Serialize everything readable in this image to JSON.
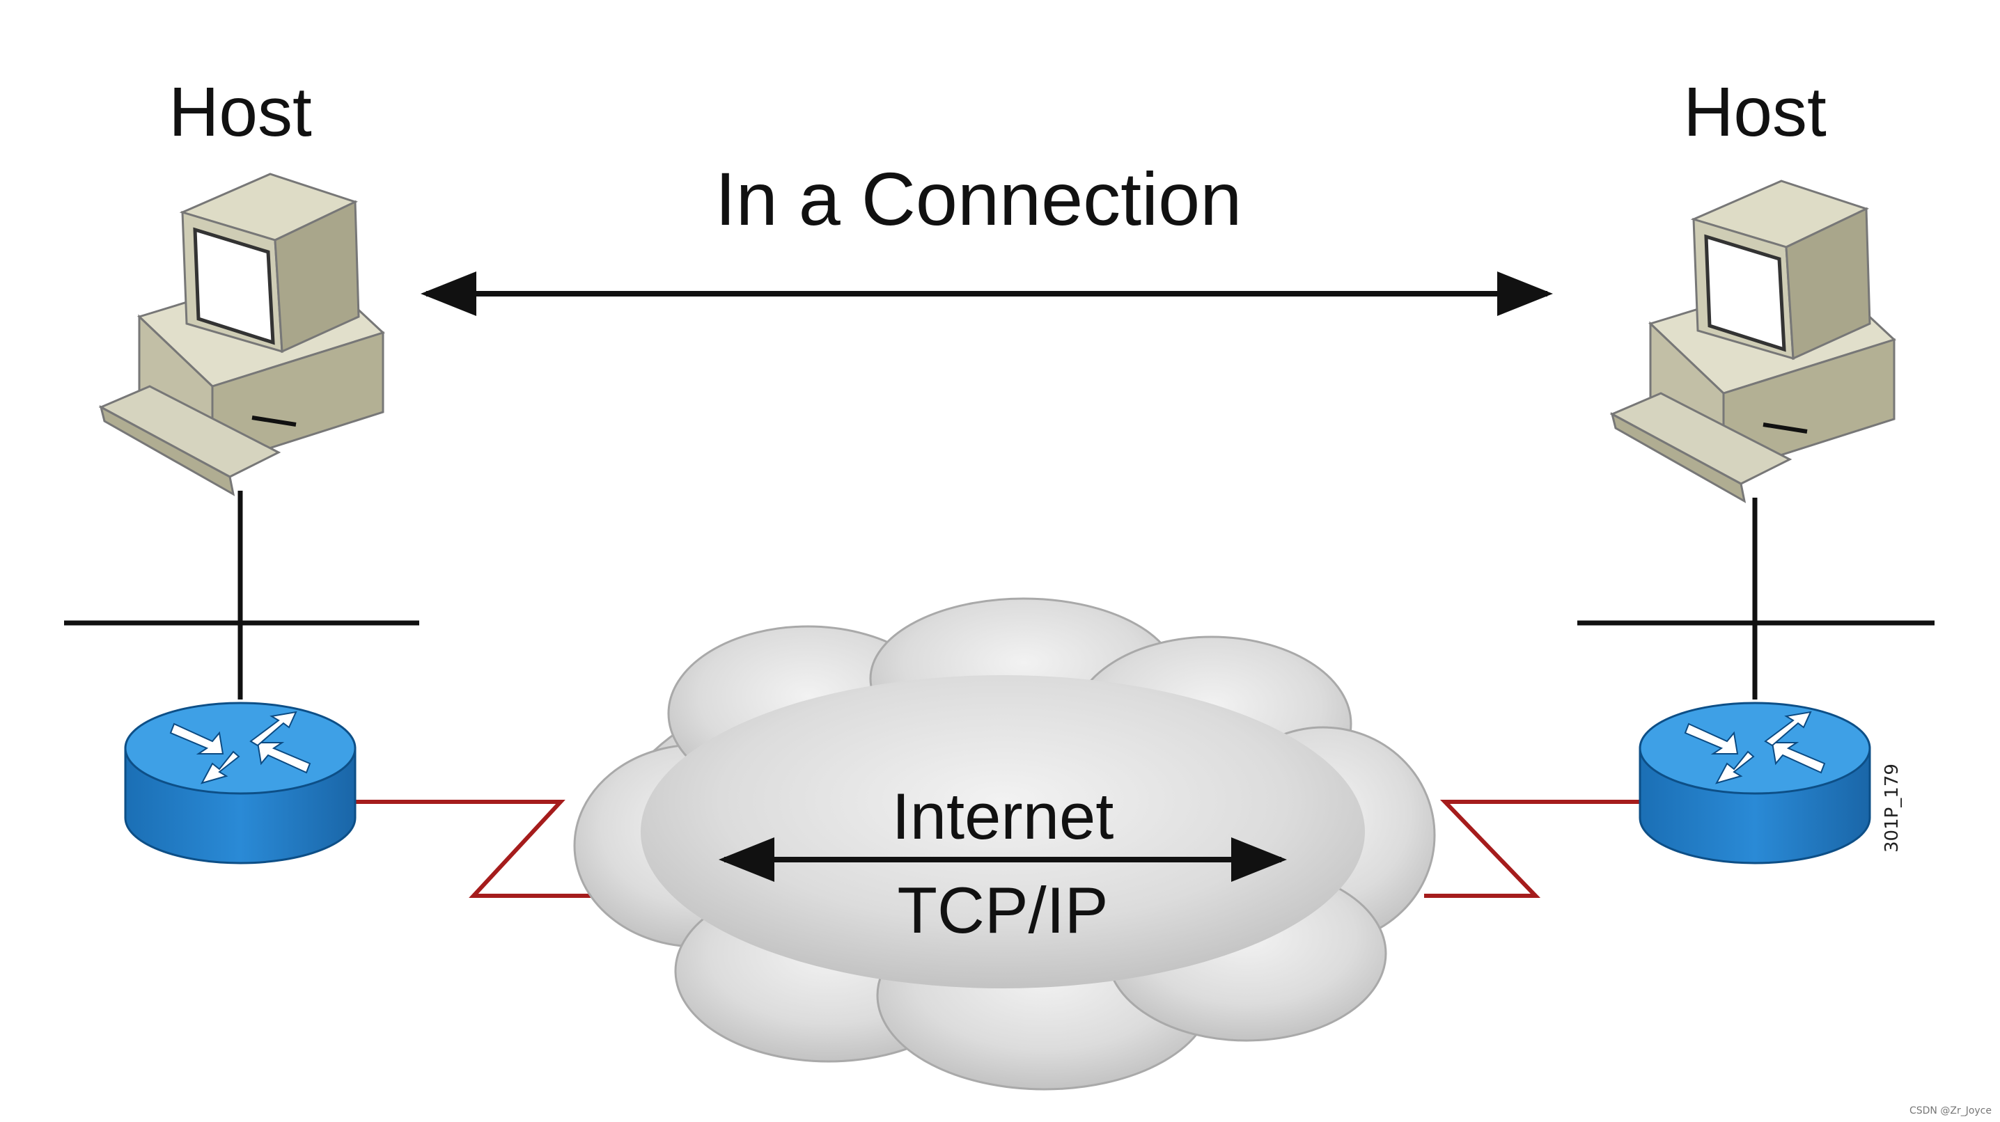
{
  "labels": {
    "host_left": "Host",
    "host_right": "Host",
    "connection": "In a Connection",
    "internet": "Internet",
    "protocol": "TCP/IP",
    "figure_code": "301P_179",
    "watermark": "CSDN @Zr_Joyce"
  },
  "colors": {
    "computer_body": "#c9c6ad",
    "router_blue": "#2e8fd6",
    "wan_link": "#a51c1c",
    "cloud": "#d8d8d8"
  },
  "icons": [
    "computer-icon",
    "router-icon",
    "cloud-icon",
    "double-arrow-icon"
  ]
}
